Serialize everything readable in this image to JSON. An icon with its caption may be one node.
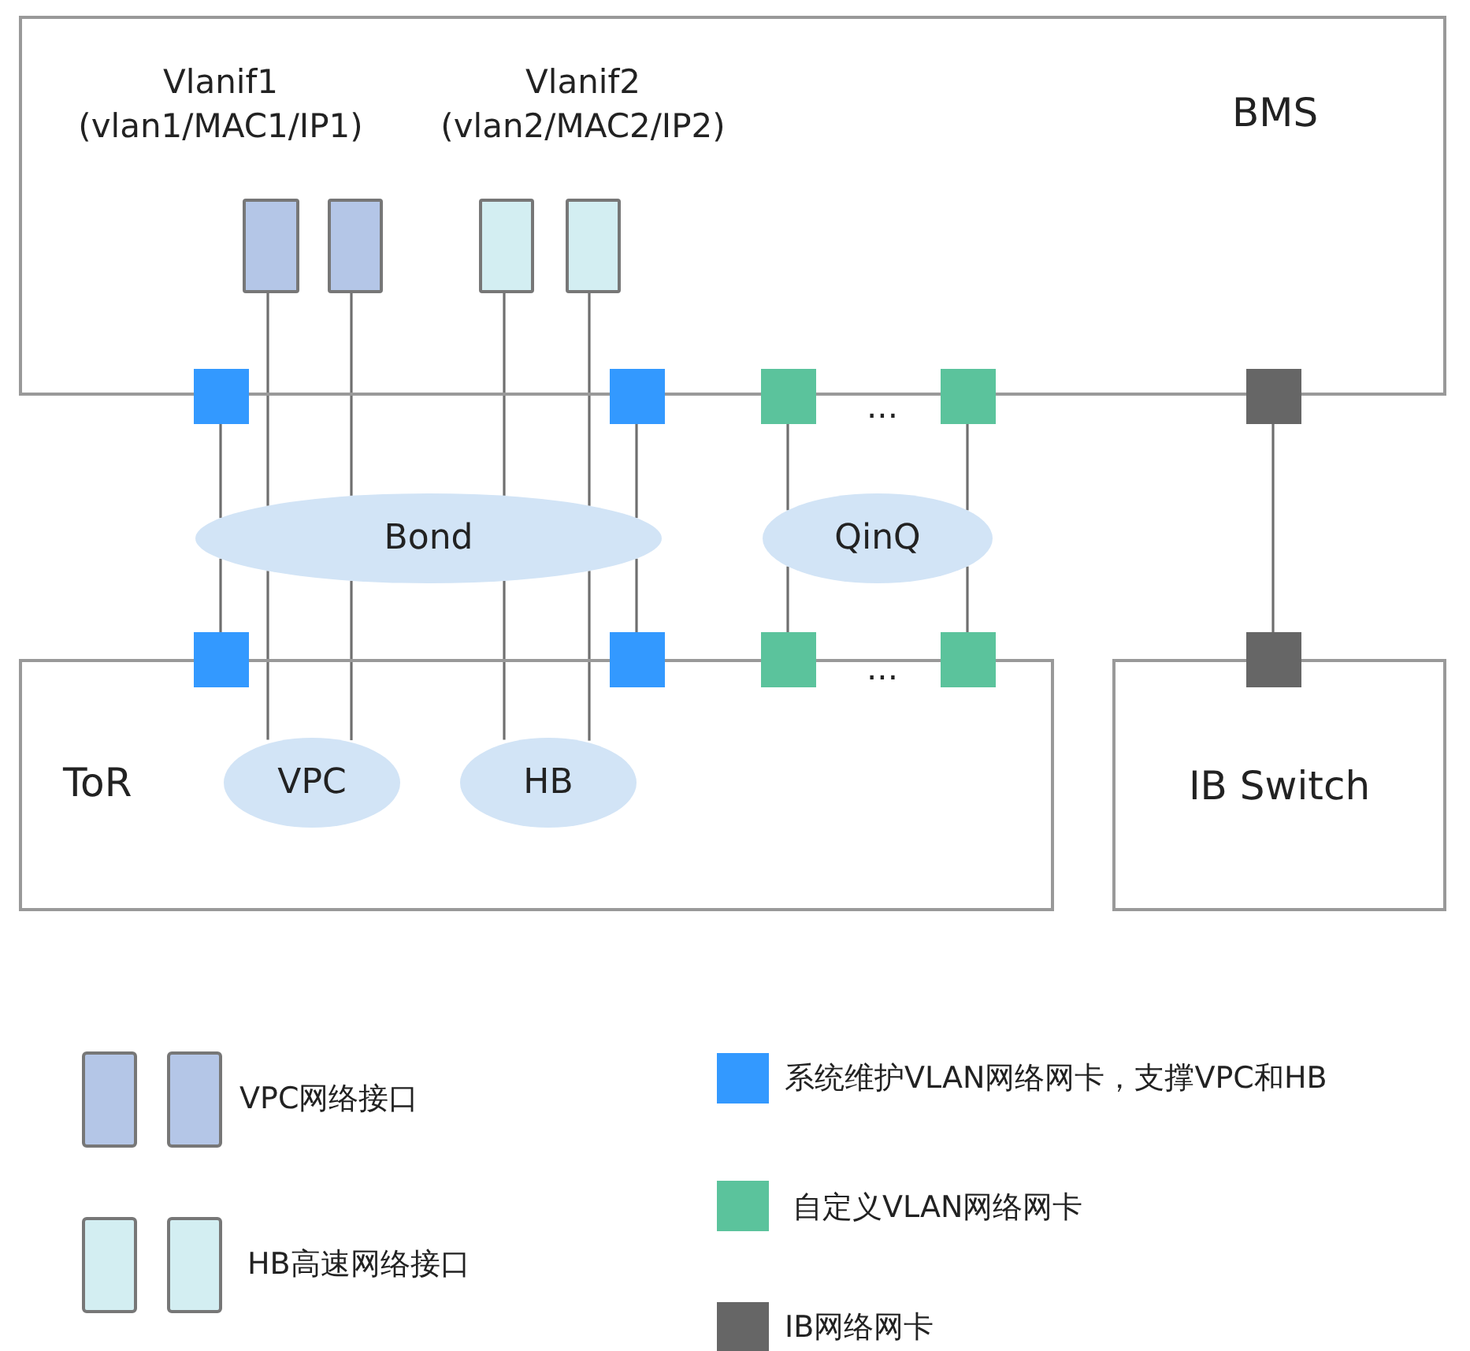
{
  "diagram": {
    "nodes": [
      {
        "text": [
          "BMS"
        ]
      },
      {
        "text": [
          "ToR"
        ]
      },
      {
        "text": [
          "IB Switch"
        ]
      },
      {
        "text": [
          "Bond"
        ]
      },
      {
        "text": [
          "QinQ"
        ]
      },
      {
        "text": [
          "VPC"
        ],
        "in": 1
      },
      {
        "text": [
          "HB"
        ],
        "in": 1
      },
      {
        "text": [],
        "shape": "box",
        "in": 0
      },
      {
        "text": [],
        "shape": "box",
        "in": 0
      },
      {
        "text": [],
        "shape": "box",
        "in": 0
      },
      {
        "text": [],
        "shape": "box",
        "in": 0
      },
      {
        "text": [],
        "shape": "box"
      },
      {
        "text": [],
        "shape": "box"
      },
      {
        "text": [],
        "shape": "box"
      },
      {
        "text": [],
        "shape": "box"
      },
      {
        "text": [],
        "shape": "box"
      },
      {
        "text": [],
        "shape": "box"
      },
      {
        "text": [],
        "shape": "box"
      },
      {
        "text": [],
        "shape": "box"
      },
      {
        "text": [],
        "shape": "box"
      },
      {
        "text": [],
        "shape": "box"
      }
    ],
    "edges": [
      {
        "from": 11,
        "to": 3,
        "arrow": "none"
      },
      {
        "from": 3,
        "to": 16,
        "arrow": "none"
      },
      {
        "from": 7,
        "to": 3,
        "arrow": "none"
      },
      {
        "from": 3,
        "to": 5,
        "arrow": "none"
      },
      {
        "from": 8,
        "to": 3,
        "arrow": "none"
      },
      {
        "from": 3,
        "to": 5,
        "arrow": "none"
      },
      {
        "from": 9,
        "to": 3,
        "arrow": "none"
      },
      {
        "from": 3,
        "to": 6,
        "arrow": "none"
      },
      {
        "from": 10,
        "to": 3,
        "arrow": "none"
      },
      {
        "from": 3,
        "to": 6,
        "arrow": "none"
      },
      {
        "from": 12,
        "to": 3,
        "arrow": "none"
      },
      {
        "from": 3,
        "to": 17,
        "arrow": "none"
      },
      {
        "from": 13,
        "to": 4,
        "arrow": "none"
      },
      {
        "from": 4,
        "to": 18,
        "arrow": "none"
      },
      {
        "from": 14,
        "to": 4,
        "arrow": "none"
      },
      {
        "from": 4,
        "to": 19,
        "arrow": "none"
      },
      {
        "from": 15,
        "to": 20,
        "arrow": "none"
      }
    ],
    "labels": [
      "Vlanif1 (vlan1/MAC1/IP1)",
      "Vlanif2 (vlan2/MAC2/IP2)",
      "...",
      "..."
    ],
    "legend": [
      {
        "text": "VPC网络接口",
        "color": "#b4c6e7"
      },
      {
        "text": "HB高速网络接口",
        "color": "#d3eef2"
      },
      {
        "text": "系统维护VLAN网络网卡，支撑VPC和HB",
        "color": "#3399ff"
      },
      {
        "text": "自定义VLAN网络网卡",
        "color": "#5bc39c"
      },
      {
        "text": "IB网络网卡",
        "color": "#666666"
      }
    ]
  }
}
